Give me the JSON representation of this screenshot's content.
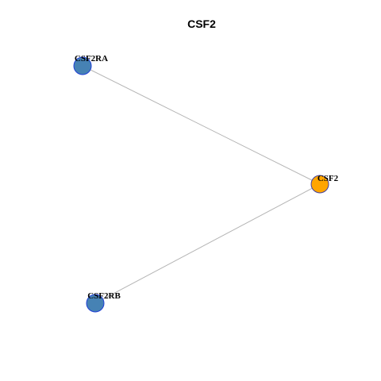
{
  "title": "CSF2",
  "colors": {
    "background": "#ffffff",
    "edge": "#b4b4b4",
    "query_node_fill": "#ffa500",
    "query_node_stroke": "#4040a0",
    "partner_node_fill": "#4682b4",
    "partner_node_stroke": "#1f3fd6"
  },
  "nodes": [
    {
      "id": "CSF2RA",
      "label": "CSF2RA",
      "role": "partner"
    },
    {
      "id": "CSF2",
      "label": "CSF2",
      "role": "query"
    },
    {
      "id": "CSF2RB",
      "label": "CSF2RB",
      "role": "partner"
    }
  ],
  "edges": [
    {
      "source": "CSF2RA",
      "target": "CSF2"
    },
    {
      "source": "CSF2RB",
      "target": "CSF2"
    }
  ]
}
